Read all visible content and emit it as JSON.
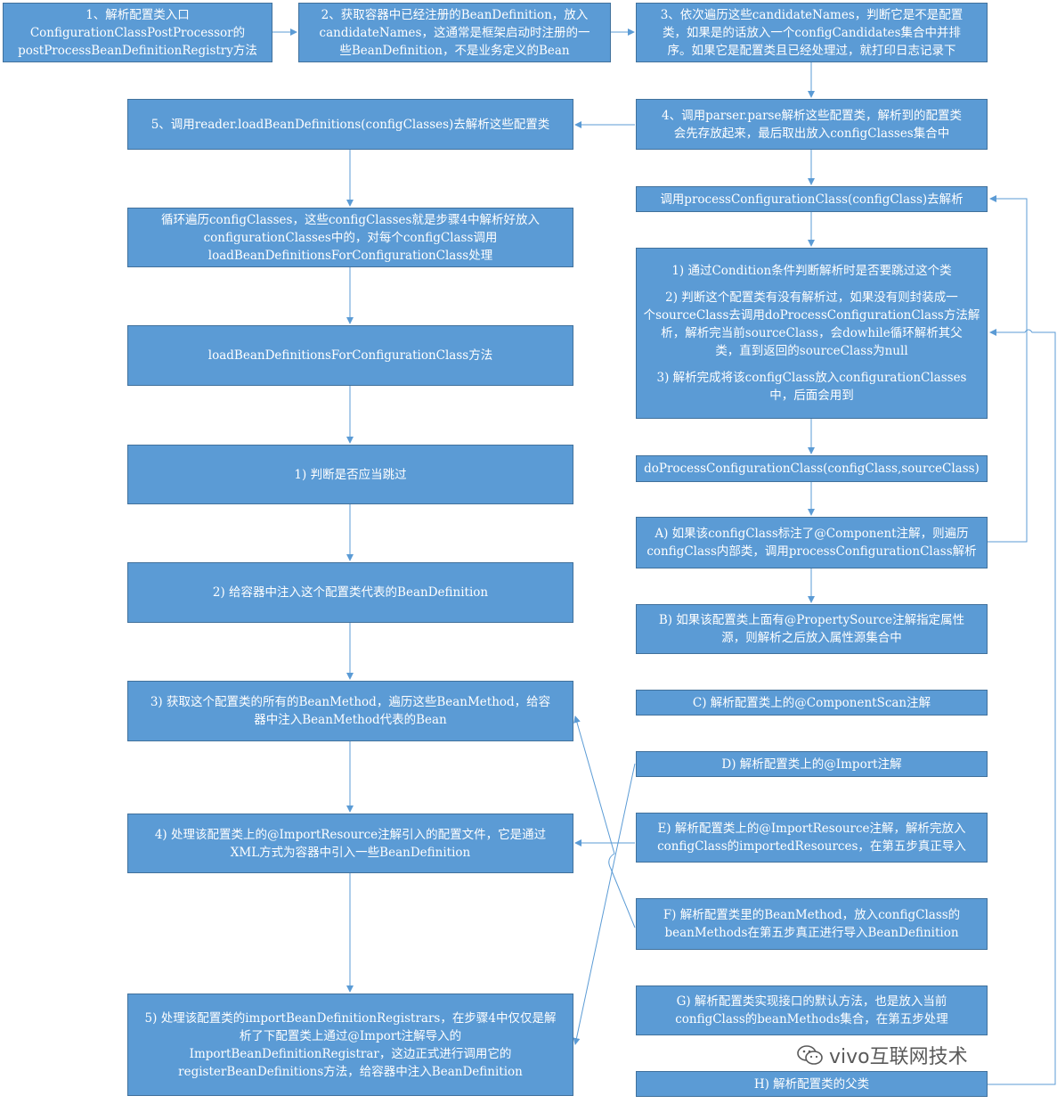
{
  "boxes": {
    "s1": "1、解析配置类入口\nConfigurationClassPostProcessor的\npostProcessBeanDefinitionRegistry方法",
    "s2": "2、获取容器中已经注册的BeanDefinition，放入\ncandidateNames，这通常是框架启动时注册的一\n些BeanDefinition，不是业务定义的Bean",
    "s3": "3、依次遍历这些candidateNames，判断它是不是配置\n类，如果是的话放入一个configCandidates集合中并排\n序。如果它是配置类且已经处理过，就打印日志记录下",
    "s4": "4、调用parser.parse解析这些配置类，解析到的配置类\n会先存放起来，最后取出放入configClasses集合中",
    "s5": "5、调用reader.loadBeanDefinitions(configClasses)去解析这些配置类",
    "loop": "循环遍历configClasses，这些configClasses就是步骤4中解析好放入\nconfigurationClasses中的，对每个configClass调用\nloadBeanDefinitionsForConfigurationClass处理",
    "load_method": "loadBeanDefinitionsForConfigurationClass方法",
    "l1": "1) 判断是否应当跳过",
    "l2": "2) 给容器中注入这个配置类代表的BeanDefinition",
    "l3": "3) 获取这个配置类的所有的BeanMethod，遍历这些BeanMethod，给容\n器中注入BeanMethod代表的Bean",
    "l4": "4) 处理该配置类上的@ImportResource注解引入的配置文件，它是通过\nXML方式为容器中引入一些BeanDefinition",
    "l5": "5) 处理该配置类的importBeanDefinitionRegistrars，在步骤4中仅仅是解\n析了下配置类上通过@Import注解导入的\nImportBeanDefinitionRegistrar，这边正式进行调用它的\nregisterBeanDefinitions方法，给容器中注入BeanDefinition",
    "pcc": "调用processConfigurationClass(configClass)去解析",
    "pcc_steps": [
      "1) 通过Condition条件判断解析时是否要跳过这个类",
      "2) 判断这个配置类有没有解析过，如果没有则封装成一\n个sourceClass去调用doProcessConfigurationClass方法解\n析，解析完当前sourceClass，会dowhile循环解析其父\n类，直到返回的sourceClass为null",
      "3) 解析完成将该configClass放入configurationClasses\n中，后面会用到"
    ],
    "dpcc": "doProcessConfigurationClass(configClass,sourceClass)",
    "ra": "A) 如果该configClass标注了@Component注解，则遍历\nconfigClass内部类，调用processConfigurationClass解析",
    "rb": "B) 如果该配置类上面有@PropertySource注解指定属性\n源，则解析之后放入属性源集合中",
    "rc": "C) 解析配置类上的@ComponentScan注解",
    "rd": "D) 解析配置类上的@Import注解",
    "re": "E) 解析配置类上的@ImportResource注解，解析完放入\nconfigClass的importedResources，在第五步真正导入",
    "rf": "F) 解析配置类里的BeanMethod，放入configClass的\nbeanMethods在第五步真正进行导入BeanDefinition",
    "rg": "G) 解析配置类实现接口的默认方法，也是放入当前\nconfigClass的beanMethods集合，在第五步处理",
    "rh": "H) 解析配置类的父类"
  },
  "watermark": "vivo互联网技术",
  "icon": "wechat-icon",
  "colors": {
    "box_fill": "#5b9bd5",
    "box_border": "#41719c",
    "edge": "#5b9bd5",
    "text": "#ffffff"
  }
}
